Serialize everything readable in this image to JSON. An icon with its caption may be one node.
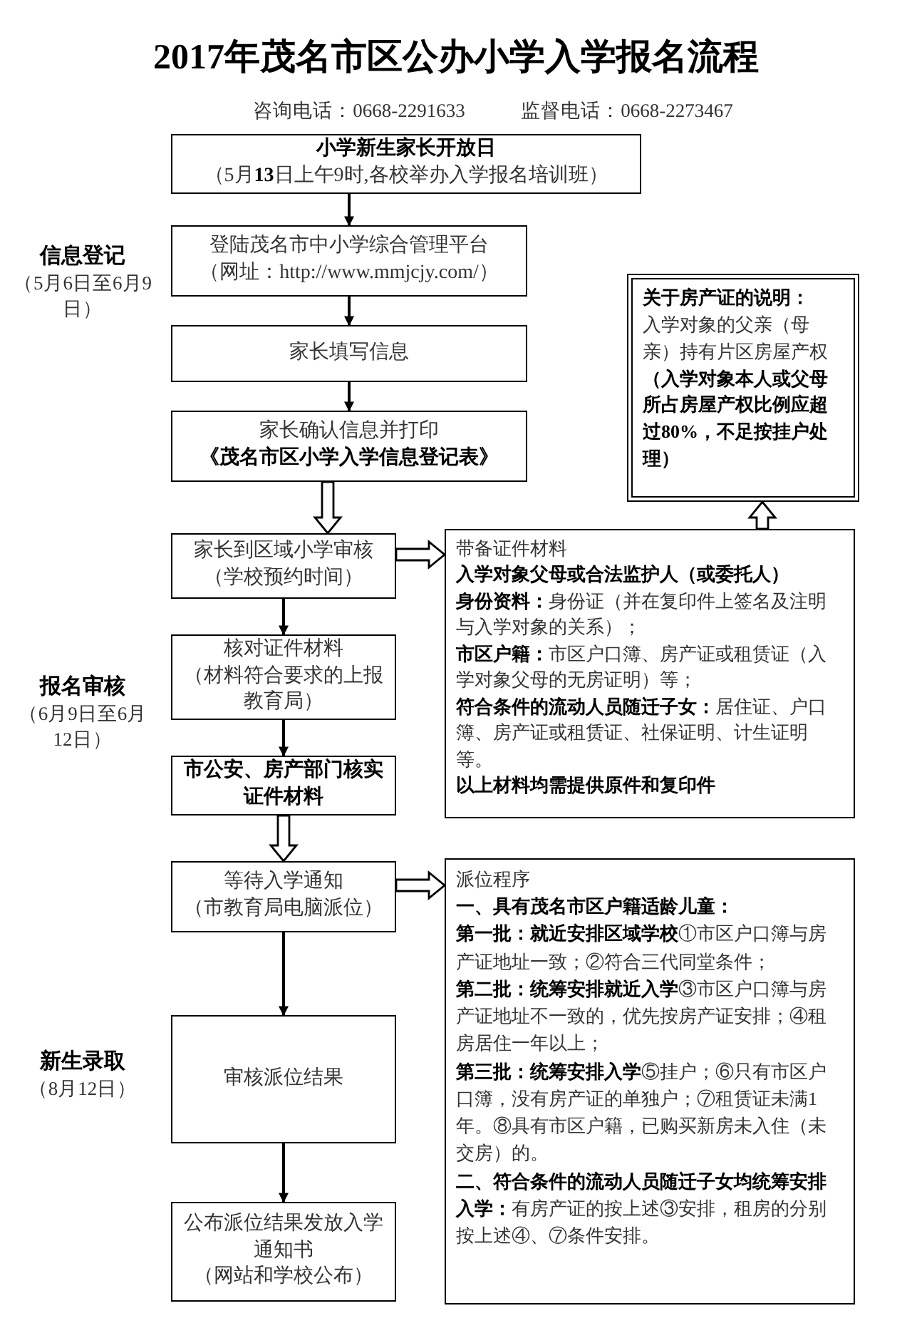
{
  "diagram": {
    "title": "2017年茂名市区公办小学入学报名流程",
    "nodes": [
      {
        "text": [
          "小学新生家长开放日",
          "（5月**13**日上午9时,各校举办入学报名培训班）"
        ]
      },
      {
        "text": [
          "登陆茂名市中小学综合管理平台",
          "（网址：http://www.mmjcjy.com/）"
        ]
      },
      {
        "text": [
          "家长填写信息"
        ]
      },
      {
        "text": [
          "家长确认信息并打印",
          "《茂名市区小学入学信息登记表》"
        ]
      },
      {
        "text": [
          "家长到区域小学审核",
          "（学校预约时间）"
        ]
      },
      {
        "text": [
          "核对证件材料",
          "（材料符合要求的上报教育局）"
        ]
      },
      {
        "text": [
          "市公安、房产部门核实证件材料"
        ]
      },
      {
        "text": [
          "等待入学通知",
          "（市教育局电脑派位）"
        ]
      },
      {
        "text": [
          "审核派位结果"
        ]
      },
      {
        "text": [
          "公布派位结果发放入学通知书",
          "（网站和学校公布）"
        ]
      },
      {
        "text": [
          "带备证件材料",
          "入学对象父母或合法监护人（或委托人）",
          "**身份资料：**身份证（并在复印件上签名及注明与入学对象的关系）；",
          "**市区户籍：**市区户口簿、房产证或租赁证（入学对象父母的无房证明）等；",
          "**符合条件的流动人员随迁子女：**居住证、户口簿、房产证或租赁证、社保证明、计生证明等。",
          "以上材料均需提供原件和复印件"
        ]
      },
      {
        "text": [
          "关于房产证的说明：",
          "入学对象的父亲（母亲）持有片区房屋产权**（入学对象本人或父母所占房屋产权比例应超过80%，不足按挂户处理）**"
        ]
      },
      {
        "text": [
          "派位程序",
          "一、具有茂名市区户籍适龄儿童：",
          "**第一批：就近安排区域学校**①市区户口簿与房产证地址一致；②符合三代同堂条件；",
          "**第二批：统筹安排就近入学**③市区户口簿与房产证地址不一致的，优先按房产证安排；④租房居住一年以上；",
          "**第三批：统筹安排入学**⑤挂户；⑥只有市区户口簿，没有房产证的单独户；⑦租赁证未满1年。⑧具有市区户籍，已购买新房未入住（未交房）的。",
          "**二、符合条件的流动人员随迁子女均统筹安排入学：**有房产证的按上述③安排，租房的分别按上述④、⑦条件安排。"
        ]
      }
    ],
    "edges": [
      {
        "from": 0,
        "to": 1,
        "arrow": "to"
      },
      {
        "from": 1,
        "to": 2,
        "arrow": "to"
      },
      {
        "from": 2,
        "to": 3,
        "arrow": "to"
      },
      {
        "from": 3,
        "to": 4,
        "arrow": "to",
        "style": "thick"
      },
      {
        "from": 4,
        "to": 10,
        "arrow": "to",
        "style": "thick"
      },
      {
        "from": 10,
        "to": 11,
        "arrow": "to",
        "style": "thick"
      },
      {
        "from": 4,
        "to": 5,
        "arrow": "to"
      },
      {
        "from": 5,
        "to": 6,
        "arrow": "to"
      },
      {
        "from": 6,
        "to": 7,
        "arrow": "to",
        "style": "thick"
      },
      {
        "from": 7,
        "to": 12,
        "arrow": "to",
        "style": "thick"
      },
      {
        "from": 7,
        "to": 8,
        "arrow": "to"
      },
      {
        "from": 8,
        "to": 9,
        "arrow": "to"
      }
    ],
    "labels": [
      "咨询电话：0668-2291633",
      "监督电话：0668-2273467",
      "信息登记",
      "（5月6日至6月9日）",
      "报名审核",
      "（6月9日至6月12日）",
      "新生录取",
      "（8月12日）"
    ]
  }
}
